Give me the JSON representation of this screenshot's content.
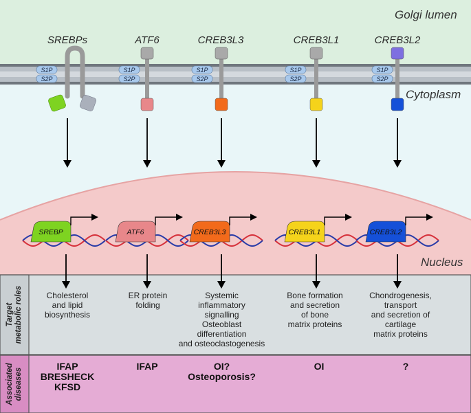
{
  "regions": {
    "golgi": "Golgi lumen",
    "cytoplasm": "Cytoplasm",
    "nucleus": "Nucleus"
  },
  "proteases": {
    "s1p": "S1P",
    "s2p": "S2P"
  },
  "proteins": [
    {
      "name": "SREBPs",
      "tf_label": "SREBP",
      "color": "#7ed321",
      "role": "Cholesterol\nand lipid\nbiosynthesis",
      "disease": "IFAP\nBRESHECK\nKFSD"
    },
    {
      "name": "ATF6",
      "tf_label": "ATF6",
      "color": "#e8878a",
      "role": "ER protein\nfolding",
      "disease": "IFAP"
    },
    {
      "name": "CREB3L3",
      "tf_label": "CREB3L3",
      "color": "#f26a1b",
      "role": "Systemic\ninflammatory\nsignalling\nOsteoblast\ndifferentiation\nand osteoclastogenesis",
      "disease": "OI?\nOsteoporosis?"
    },
    {
      "name": "CREB3L1",
      "tf_label": "CREB3L1",
      "color": "#f5d31b",
      "role": "Bone formation\nand secretion\nof bone\nmatrix proteins",
      "disease": "OI"
    },
    {
      "name": "CREB3L2",
      "tf_label": "CREB3L2",
      "color": "#1550d8",
      "role": "Chondrogenesis,\ntransport\nand secretion of\ncartilage\nmatrix proteins",
      "disease": "?"
    }
  ],
  "side_labels": {
    "roles": "Target\nmetabolic roles",
    "diseases": "Associated\ndiseases"
  },
  "colors": {
    "golgi_bg": "#dcefdf",
    "cytoplasm_bg": "#e9f6f8",
    "nucleus_bg": "#f4caca",
    "roles_bg": "#d9dfe1",
    "diseases_bg": "#e5acd5",
    "grey_domain": "#a9a9a9",
    "creb3l2_lumen": "#7e6fe0"
  },
  "icons": [
    "membrane-bilayer",
    "down-arrow-icon",
    "promoter-arrow-icon",
    "dna-helix-icon"
  ]
}
